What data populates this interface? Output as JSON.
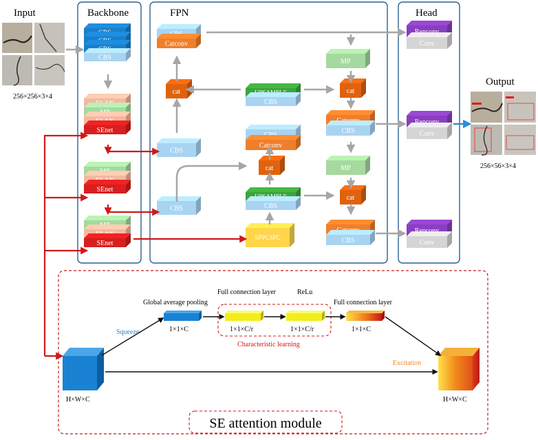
{
  "sections": {
    "input": "Input",
    "backbone": "Backbone",
    "fpn": "FPN",
    "head": "Head",
    "output": "Output"
  },
  "input_dims": "256×256×3×4",
  "output_dims": "256×56×3×4",
  "backbone": {
    "block1": [
      "CBS",
      "CBS",
      "CBS",
      "CBS"
    ],
    "block2": [
      "ELAN",
      "MP",
      "ELAN",
      "SEnet"
    ],
    "block3": [
      "MP",
      "ELAN",
      "SEnet"
    ],
    "block4": [
      "MP",
      "ELAN",
      "SEnet"
    ]
  },
  "fpn": {
    "top_stack": [
      "CBS",
      "Catconv"
    ],
    "cat": "cat",
    "upsample_stack": [
      "UPSAMPLE",
      "CBS"
    ],
    "cbs_catconv_stack": [
      "CBS",
      "Catconv"
    ],
    "cbs": "CBS",
    "sppcspc": "SPPCSPC",
    "mp": "MP",
    "catconv_stack": [
      "Catconv",
      "CBS"
    ]
  },
  "head": {
    "repconv": "Repconv",
    "conv": "Conv"
  },
  "se": {
    "title": "SE attention module",
    "global_pool": "Global average pooling",
    "fc_layer": "Full connection layer",
    "relu": "ReLu",
    "squeeze": "Squeeze",
    "excitation": "Excitation",
    "characteristic": "Characteristic learning",
    "dim_1x1xc": "1×1×C",
    "dim_1x1xcr": "1×1×C/r",
    "dim_hwc": "H×W×C"
  },
  "colors": {
    "cbs": "#a8d4f2",
    "catconv": "#f07f2c",
    "blue_dark": "#1a7fc9",
    "elan": "#f4b8a0",
    "mp": "#a6d9a0",
    "senet": "#d81e1e",
    "cat": "#e0620f",
    "upsample": "#3ca53c",
    "sppcspc": "#ffd54a",
    "repconv": "#8a3fc0",
    "conv": "#d5d5d5",
    "arrow_gray": "#a6a6a6",
    "arrow_red": "#d01818",
    "frame": "#2a6090"
  }
}
